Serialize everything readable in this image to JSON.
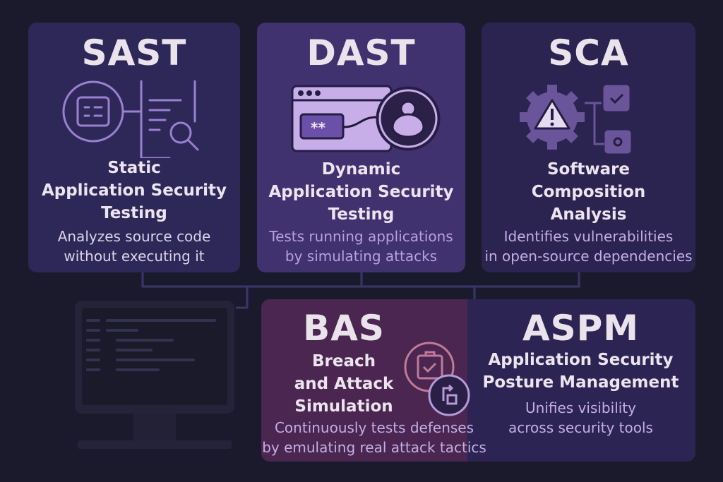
{
  "cards": {
    "sast": {
      "title": "SAST",
      "subtitle": [
        "Static",
        "Application Security",
        "Testing"
      ],
      "description": [
        "Analyzes source code",
        "without executing it"
      ]
    },
    "dast": {
      "title": "DAST",
      "subtitle": [
        "Dynamic",
        "Application Security",
        "Testing"
      ],
      "description": [
        "Tests running applications",
        "by simulating attacks"
      ],
      "password_mask": "**"
    },
    "sca": {
      "title": "SCA",
      "subtitle": [
        "Software",
        "Composition",
        "Analysis"
      ],
      "description": [
        "Identifies vulnerabilities",
        "in open-source dependencies"
      ]
    },
    "bas": {
      "title": "BAS",
      "subtitle": [
        "Breach",
        "and Attack",
        "Simulation"
      ],
      "description": [
        "Continuously tests defenses",
        "by emulating real attack tactics"
      ]
    },
    "aspm": {
      "title": "ASPM",
      "subtitle": [
        "Application Security",
        "Posture Management"
      ],
      "description": [
        "Unifies visibility",
        "across security tools"
      ]
    }
  },
  "colors": {
    "background": "#1b1a2c",
    "accent": "#9b7fd0",
    "bas": "#4a2650"
  }
}
